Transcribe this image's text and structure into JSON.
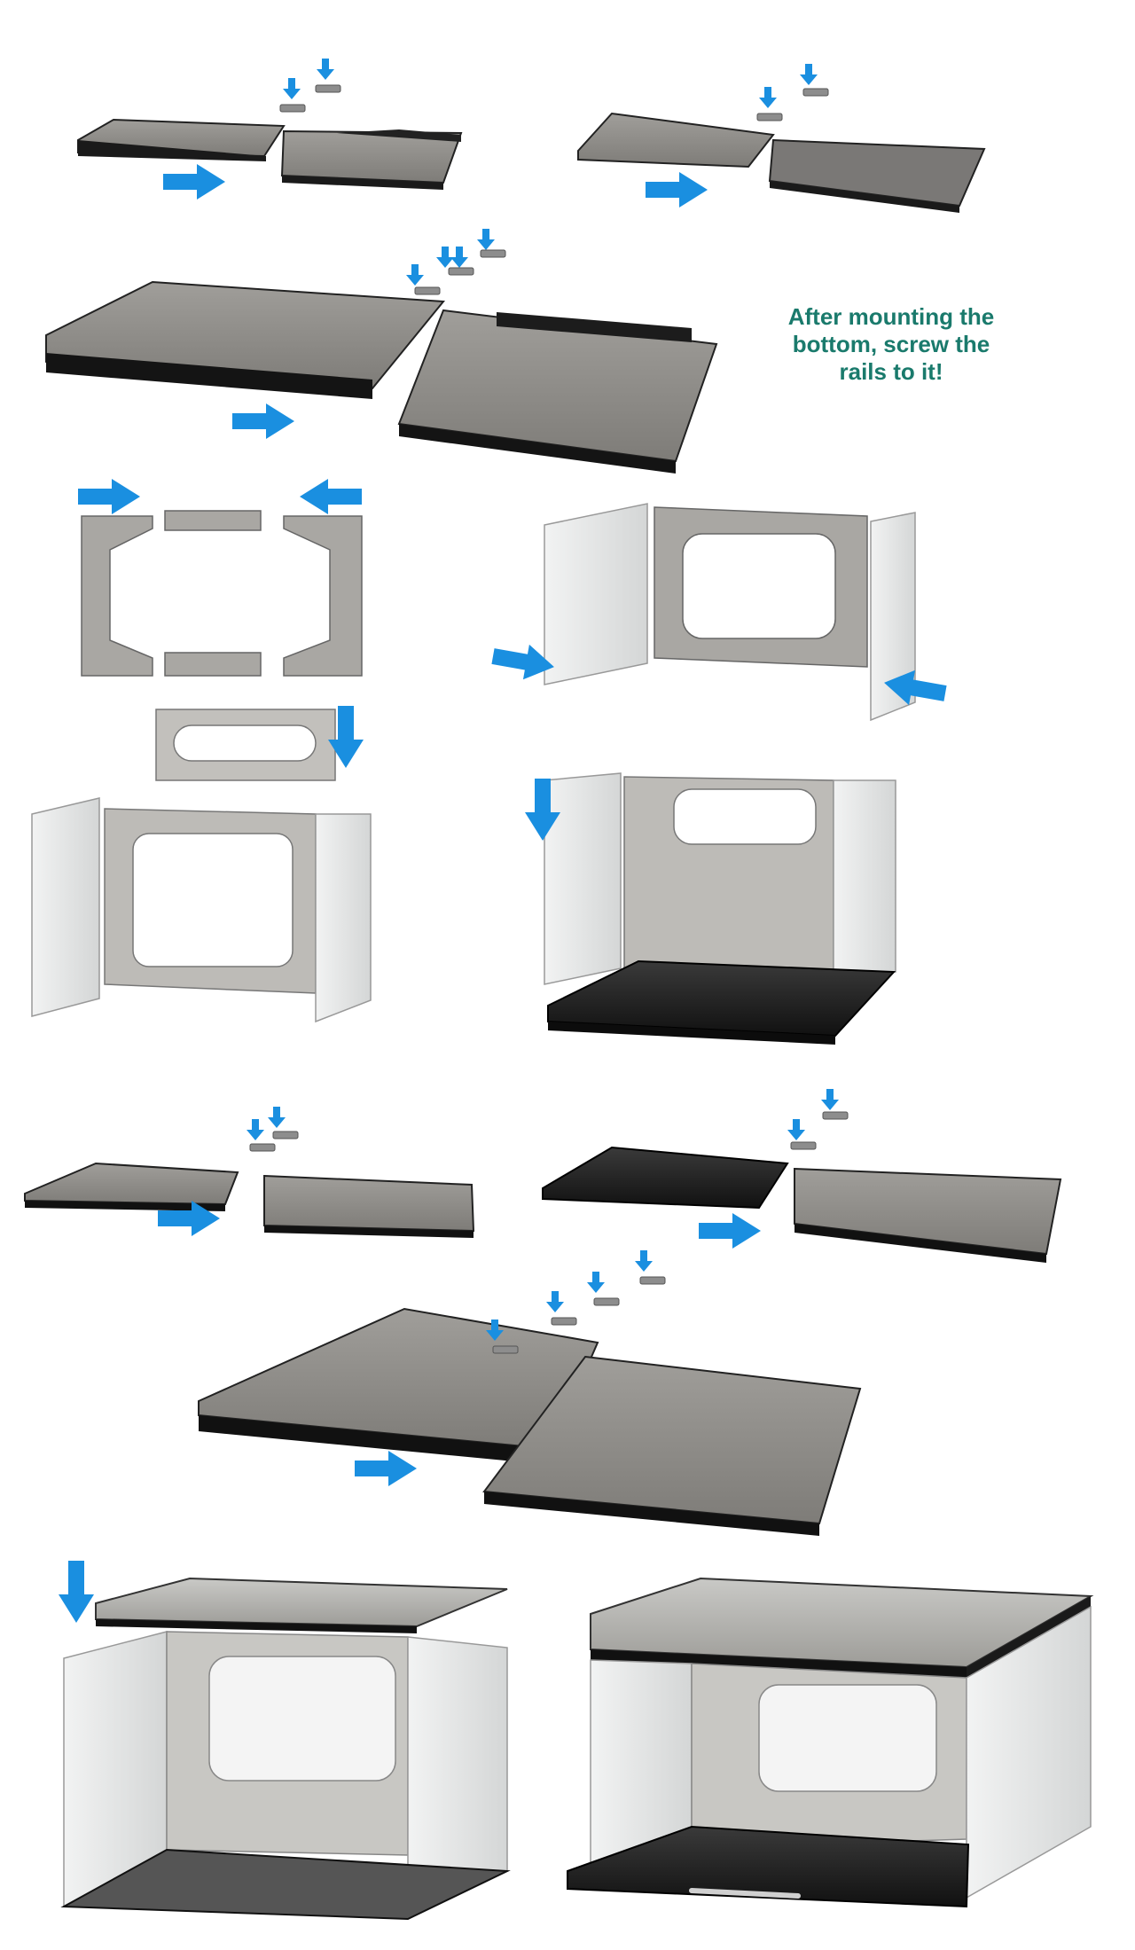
{
  "annotation": {
    "lines": [
      "After mounting the",
      "bottom, screw the",
      "rails to it!"
    ]
  },
  "colors": {
    "arrow": "#1a8fe0",
    "annotation_text": "#1a7a6c",
    "plate_dark": "#1c1c1c",
    "plate_grey": "#8c8a86",
    "frame_grey": "#b8b6b2",
    "panel_light": "#e6e8e8",
    "background": "#ffffff"
  },
  "icons": {
    "arrow": "blue-arrow-icon",
    "connector": "connector-piece-icon"
  }
}
